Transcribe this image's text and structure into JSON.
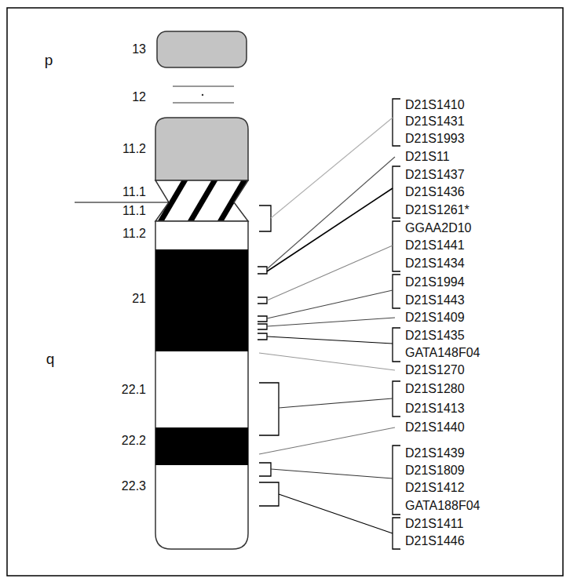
{
  "diagram": {
    "labels": [
      "p",
      "q",
      "13",
      "12",
      "11.2",
      "11.1",
      "11.1",
      "11.2",
      "21",
      "22.1",
      "22.2",
      "22.3",
      "D21S1410",
      "D21S1431",
      "D21S1993",
      "D21S11",
      "D21S1437",
      "D21S1436",
      "D21S1261*",
      "GGAA2D10",
      "D21S1441",
      "D21S1434",
      "D21S1994",
      "D21S1443",
      "D21S1409",
      "D21S1435",
      "GATA148F04",
      "D21S1270",
      "D21S1280",
      "D21S1413",
      "D21S1440",
      "D21S1439",
      "D21S1809",
      "D21S1412",
      "GATA188F04",
      "D21S1411",
      "D21S1446"
    ]
  }
}
